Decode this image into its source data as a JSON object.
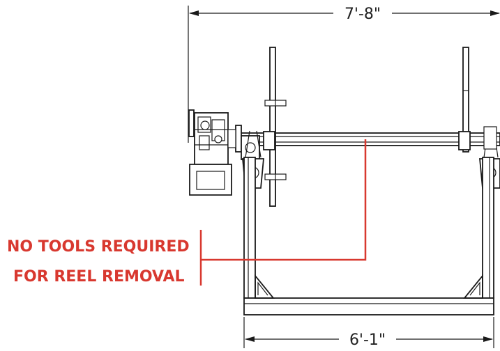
{
  "dimensions": {
    "overall_width": "7'-8\"",
    "base_width": "6'-1\""
  },
  "callout": {
    "line1": "NO TOOLS REQUIRED",
    "line2": "FOR REEL REMOVAL"
  },
  "colors": {
    "callout": "#d8382f",
    "drawing": "#1a1a1a",
    "background": "#ffffff"
  }
}
